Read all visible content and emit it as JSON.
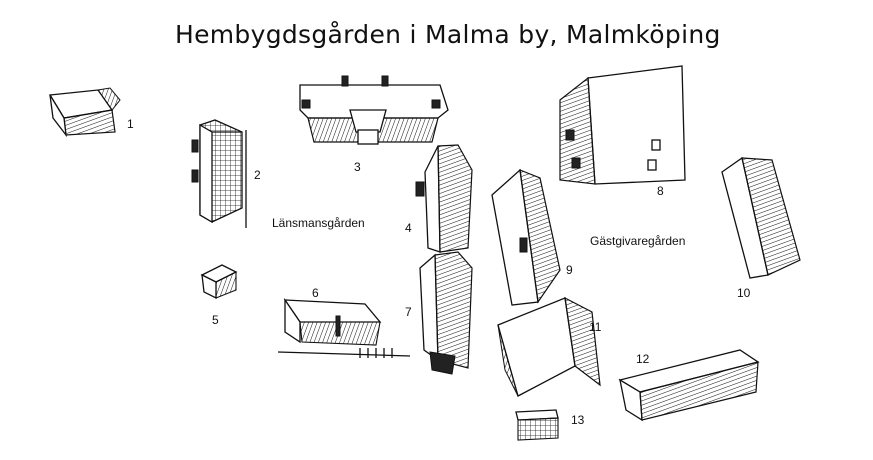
{
  "title": "Hembygdsgården i Malma by, Malmköping",
  "areas": {
    "lansmansgarden": "Länsmansgården",
    "gastgivaregarden": "Gästgivaregården"
  },
  "buildings": [
    {
      "number": "1"
    },
    {
      "number": "2"
    },
    {
      "number": "3"
    },
    {
      "number": "4"
    },
    {
      "number": "5"
    },
    {
      "number": "6"
    },
    {
      "number": "7"
    },
    {
      "number": "8"
    },
    {
      "number": "9"
    },
    {
      "number": "10"
    },
    {
      "number": "11"
    },
    {
      "number": "12"
    },
    {
      "number": "13"
    }
  ],
  "colors": {
    "ink": "#111111",
    "paper": "#ffffff"
  }
}
